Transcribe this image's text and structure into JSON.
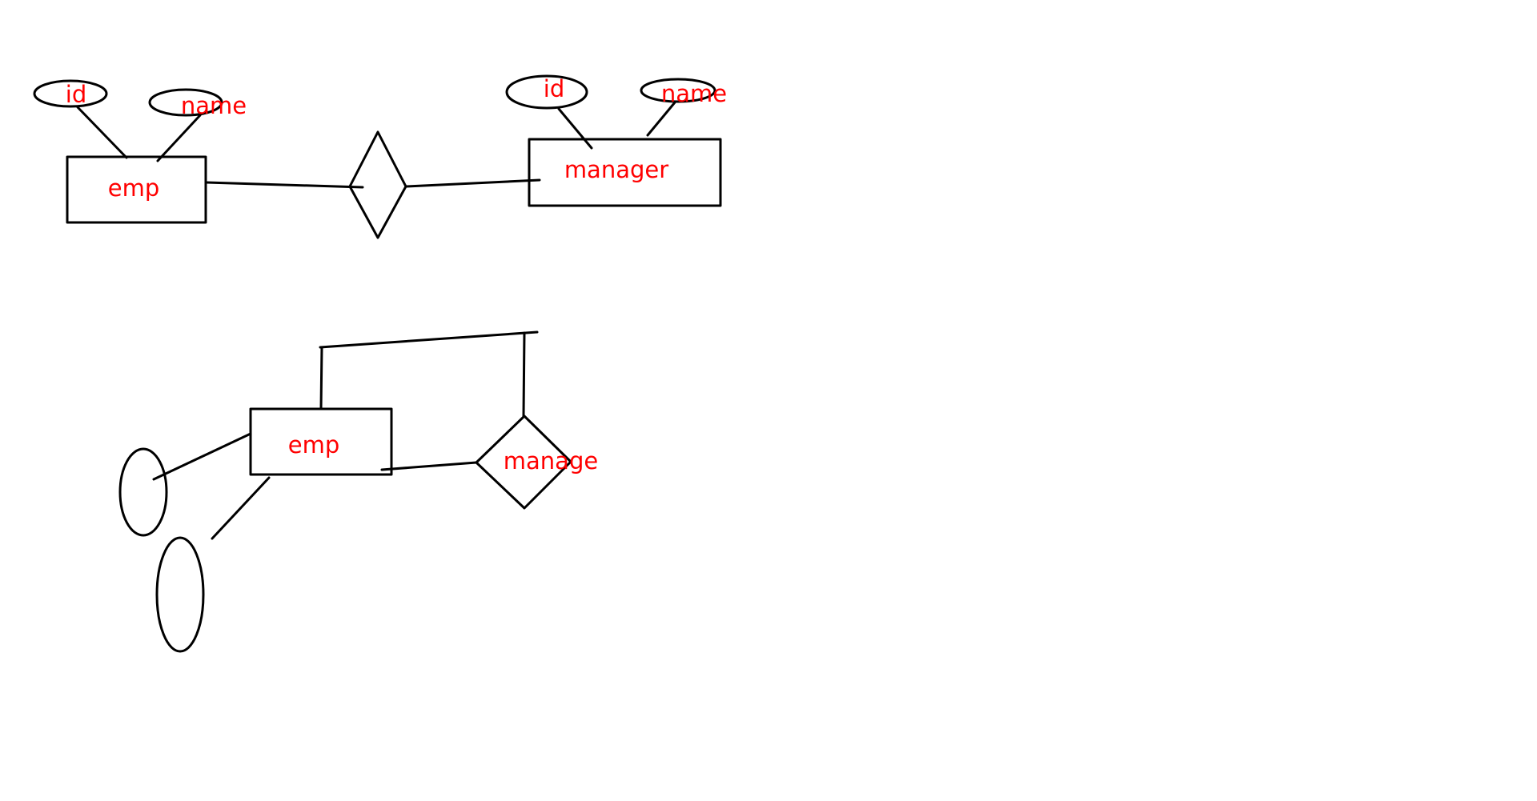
{
  "colors": {
    "background": "#ffffff",
    "stroke": "#000000",
    "label": "#ff0000"
  },
  "diagram_top": {
    "entity_emp": {
      "label": "emp"
    },
    "entity_manager": {
      "label": "manager"
    },
    "relationship": {
      "label": ""
    },
    "attr_emp_id": {
      "label": "id"
    },
    "attr_emp_name": {
      "label": "name"
    },
    "attr_manager_id": {
      "label": "id"
    },
    "attr_manager_name": {
      "label": "name"
    }
  },
  "diagram_bottom": {
    "entity_emp": {
      "label": "emp"
    },
    "relationship_manage": {
      "label": "manage"
    },
    "attr_1": {
      "label": ""
    },
    "attr_2": {
      "label": ""
    }
  }
}
